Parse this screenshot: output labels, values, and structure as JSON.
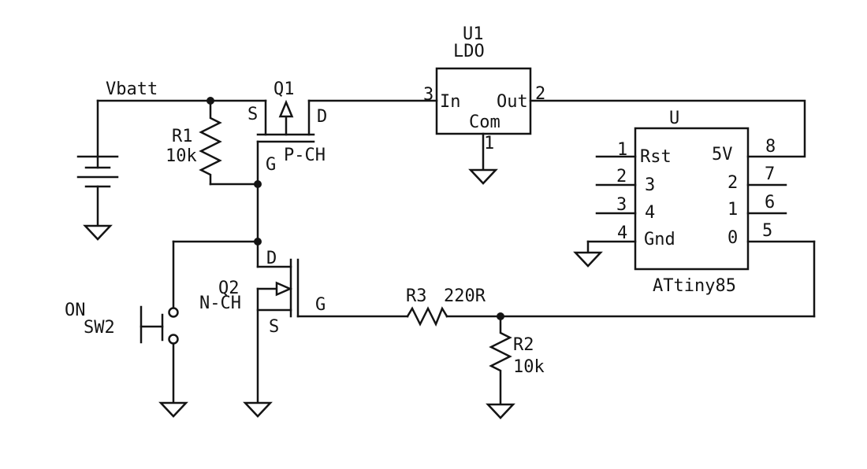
{
  "drawing": {
    "kind": "circuit-schematic",
    "background_color": "#ffffff",
    "line_color": "#141414"
  },
  "nets": {
    "vbatt": "Vbatt"
  },
  "components": {
    "r1": {
      "ref": "R1",
      "value": "10k"
    },
    "r2": {
      "ref": "R2",
      "value": "10k"
    },
    "r3": {
      "ref": "R3",
      "value": "220R"
    },
    "q1": {
      "ref": "Q1",
      "channel": "P-CH",
      "pin_s": "S",
      "pin_d": "D",
      "pin_g": "G"
    },
    "q2": {
      "ref": "Q2",
      "channel": "N-CH",
      "pin_s": "S",
      "pin_d": "D",
      "pin_g": "G"
    },
    "sw2": {
      "ref": "SW2",
      "action": "ON"
    },
    "u1": {
      "ref": "U1",
      "device": "LDO",
      "pins": {
        "in": {
          "number": "3",
          "name": "In"
        },
        "out": {
          "number": "2",
          "name": "Out"
        },
        "com": {
          "number": "1",
          "name": "Com"
        }
      }
    },
    "mcu": {
      "ref": "U",
      "device": "ATtiny85",
      "left_pins": [
        {
          "number": "1",
          "name": "Rst"
        },
        {
          "number": "2",
          "name": "3"
        },
        {
          "number": "3",
          "name": "4"
        },
        {
          "number": "4",
          "name": "Gnd"
        }
      ],
      "right_pins": [
        {
          "number": "8",
          "name": "5V"
        },
        {
          "number": "7",
          "name": "2"
        },
        {
          "number": "6",
          "name": "1"
        },
        {
          "number": "5",
          "name": "0"
        }
      ]
    }
  }
}
